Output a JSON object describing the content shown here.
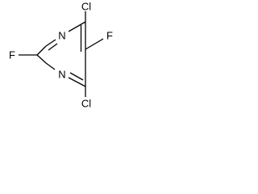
{
  "structure": {
    "ring_atoms": {
      "c4": "",
      "c5": "",
      "c6": "",
      "n1": "N",
      "c2": "",
      "n3": "N"
    },
    "substituents": {
      "cl_top": "Cl",
      "f_right": "F",
      "cl_bottom": "Cl",
      "f_left": "F"
    }
  }
}
